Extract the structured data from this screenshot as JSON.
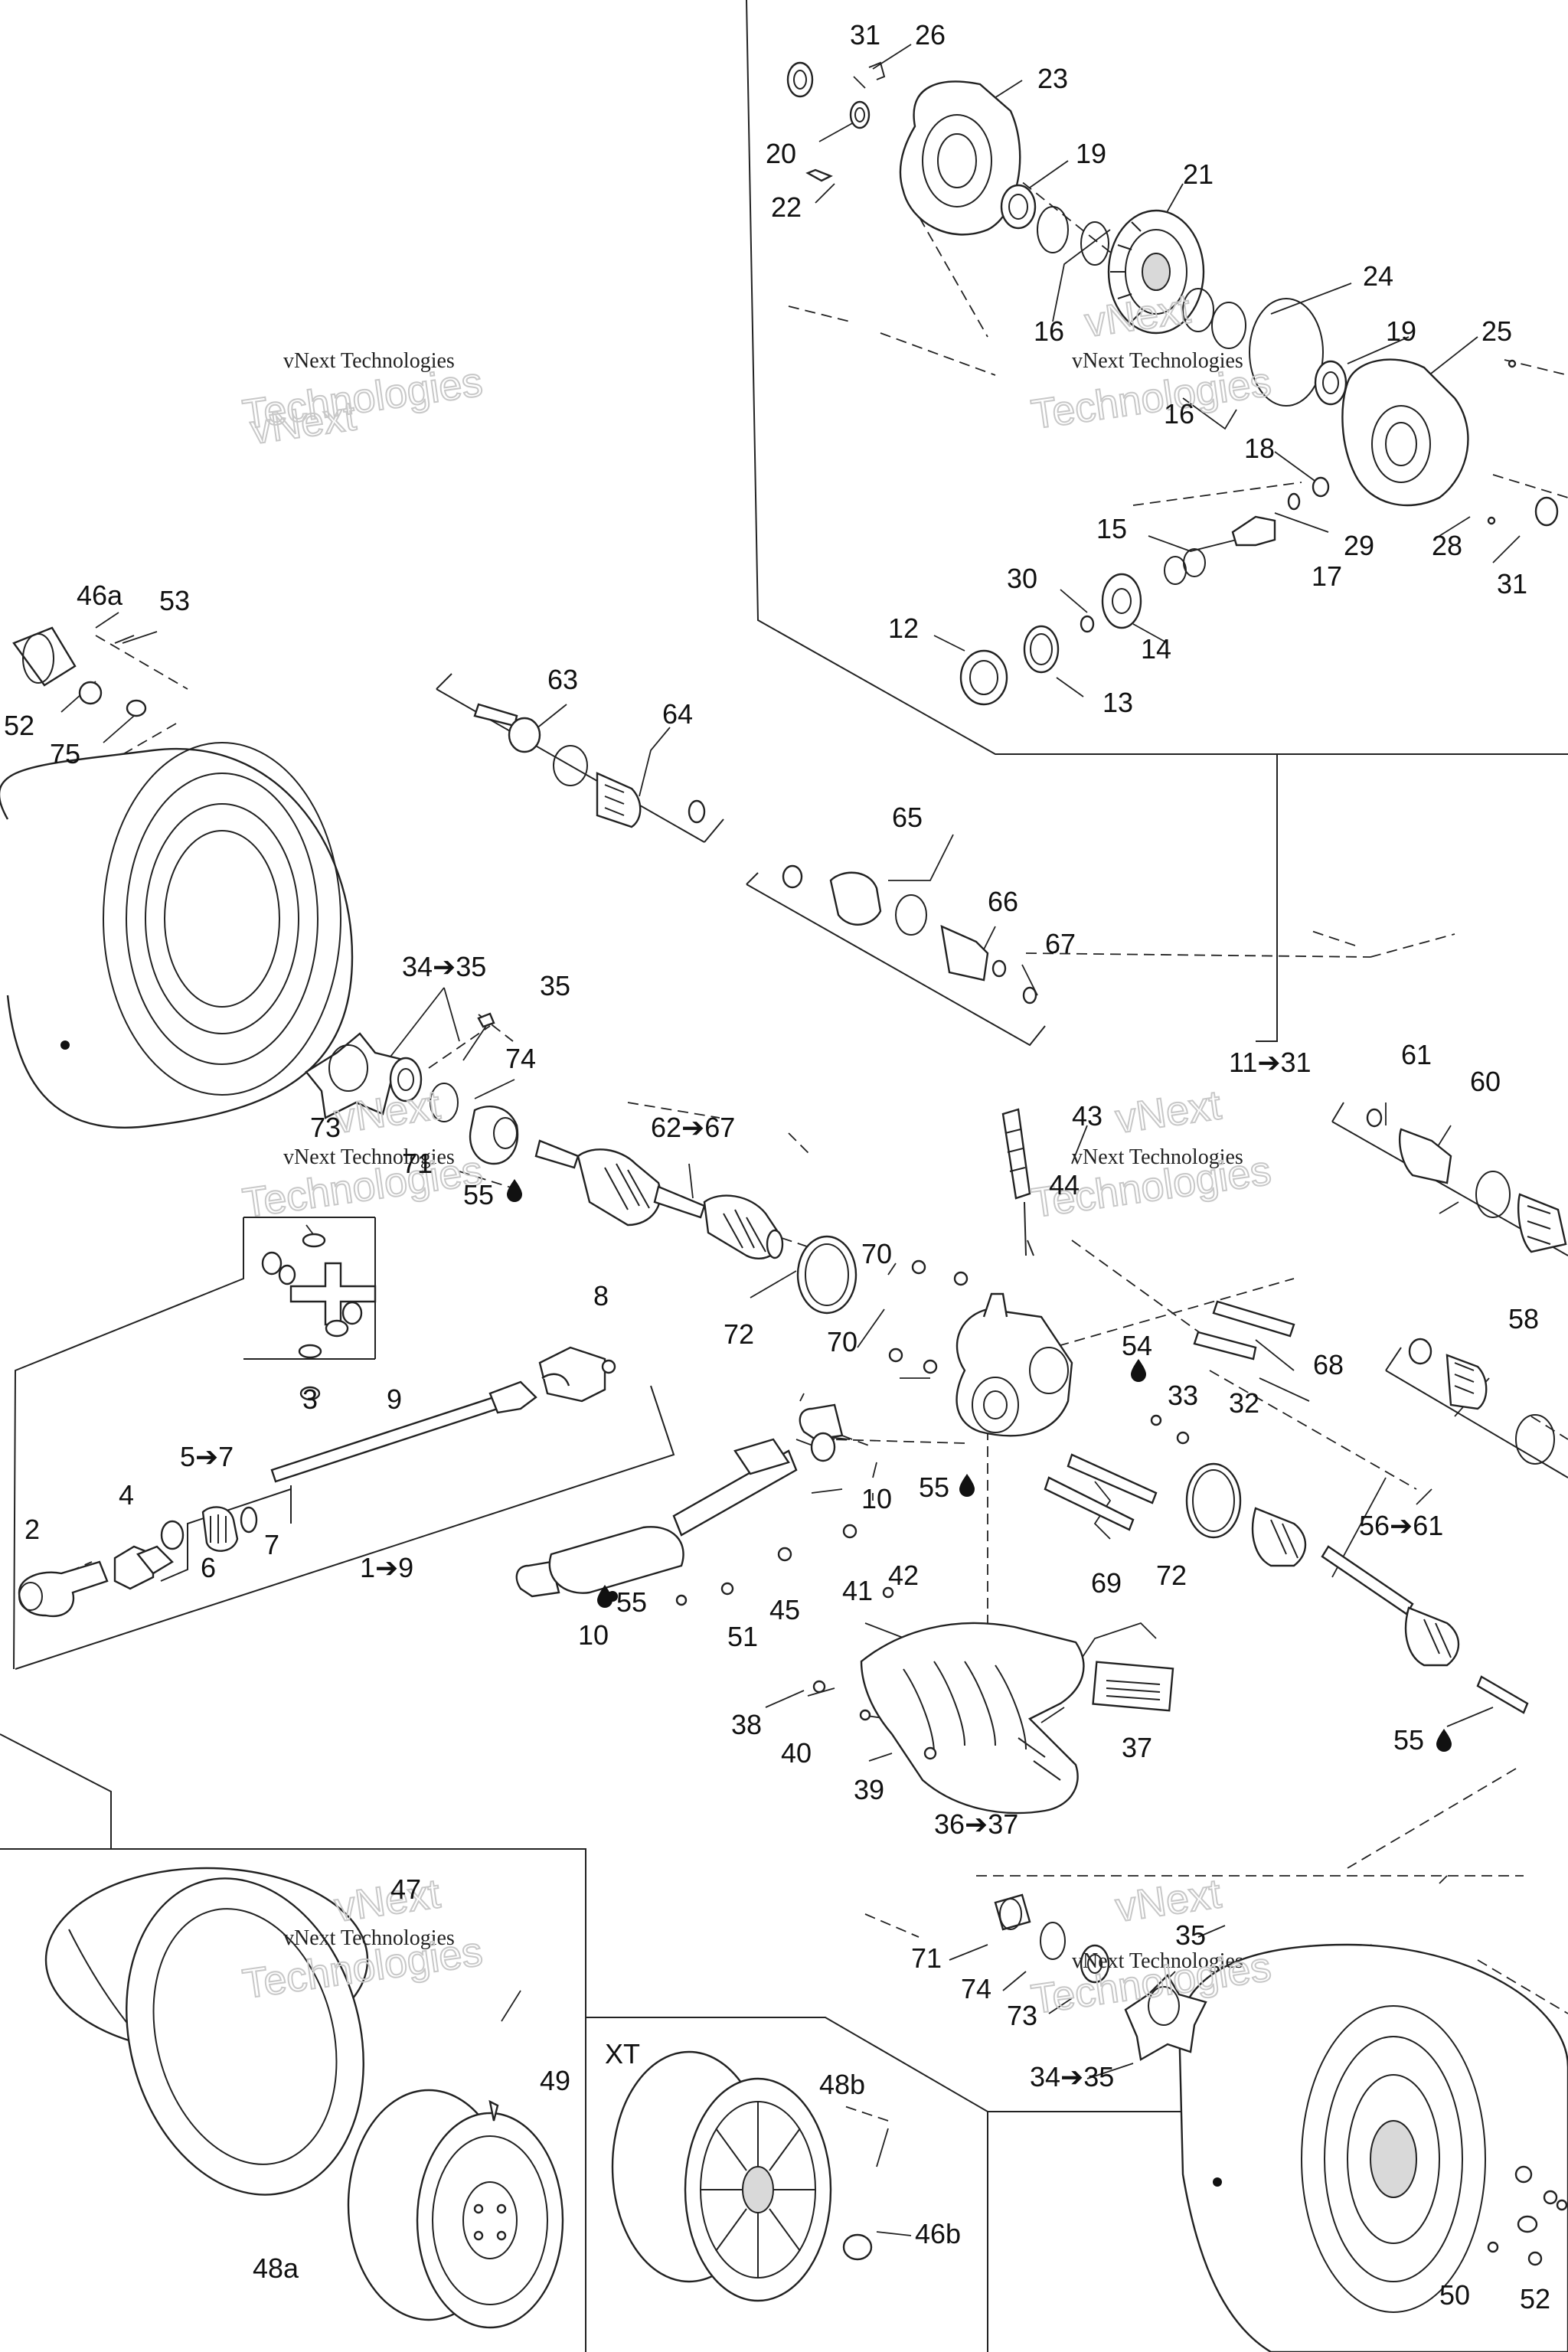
{
  "watermark": {
    "line1": "vNext",
    "line2": "vNext Technologies",
    "line3": "Technologies"
  },
  "variant_label": "XT",
  "callouts": {
    "c31a": "31",
    "c26": "26",
    "c23": "23",
    "c20": "20",
    "c22": "22",
    "c19a": "19",
    "c21": "21",
    "c16a": "16",
    "c24": "24",
    "c19b": "19",
    "c25": "25",
    "c16b": "16",
    "c18": "18",
    "c15": "15",
    "c29": "29",
    "c28": "28",
    "c17": "17",
    "c30": "30",
    "c31b": "31",
    "c12": "12",
    "c14": "14",
    "c13": "13",
    "c46a": "46a",
    "c53a": "53",
    "c52a": "52",
    "c75": "75",
    "c63": "63",
    "c64": "64",
    "c65": "65",
    "c66": "66",
    "c67": "67",
    "c34a": "34➔35",
    "c35a": "35",
    "c74a": "74",
    "c73a": "73",
    "c71a": "71",
    "c55a": "55",
    "c62": "62➔67",
    "c43": "43",
    "c44": "44",
    "c11": "11➔31",
    "c61": "61",
    "c60": "60",
    "c3": "3",
    "c8": "8",
    "c9": "9",
    "c2": "2",
    "c4": "4",
    "c5": "5➔7",
    "c6": "6",
    "c7": "7",
    "c1": "1➔9",
    "c70a": "70",
    "c72a": "72",
    "c70b": "70",
    "c54": "54",
    "c68": "68",
    "c33": "33",
    "c32": "32",
    "c58": "58",
    "c10a": "10",
    "c55b": "55",
    "c42": "42",
    "c41": "41",
    "c45": "45",
    "c10b": "10",
    "c55c": "55",
    "c51": "51",
    "c69": "69",
    "c72b": "72",
    "c56": "56➔61",
    "c38": "38",
    "c40": "40",
    "c39": "39",
    "c37": "37",
    "c36": "36➔37",
    "c55d": "55",
    "c47": "47",
    "c49": "49",
    "c48a": "48a",
    "c48b": "48b",
    "c46b": "46b",
    "c35b": "35",
    "c71b": "71",
    "c74b": "74",
    "c73b": "73",
    "c34b": "34➔35",
    "c50": "50",
    "c52b": "52"
  },
  "colors": {
    "line": "#222222",
    "background": "#ffffff",
    "watermark": "#c8c8c8"
  }
}
